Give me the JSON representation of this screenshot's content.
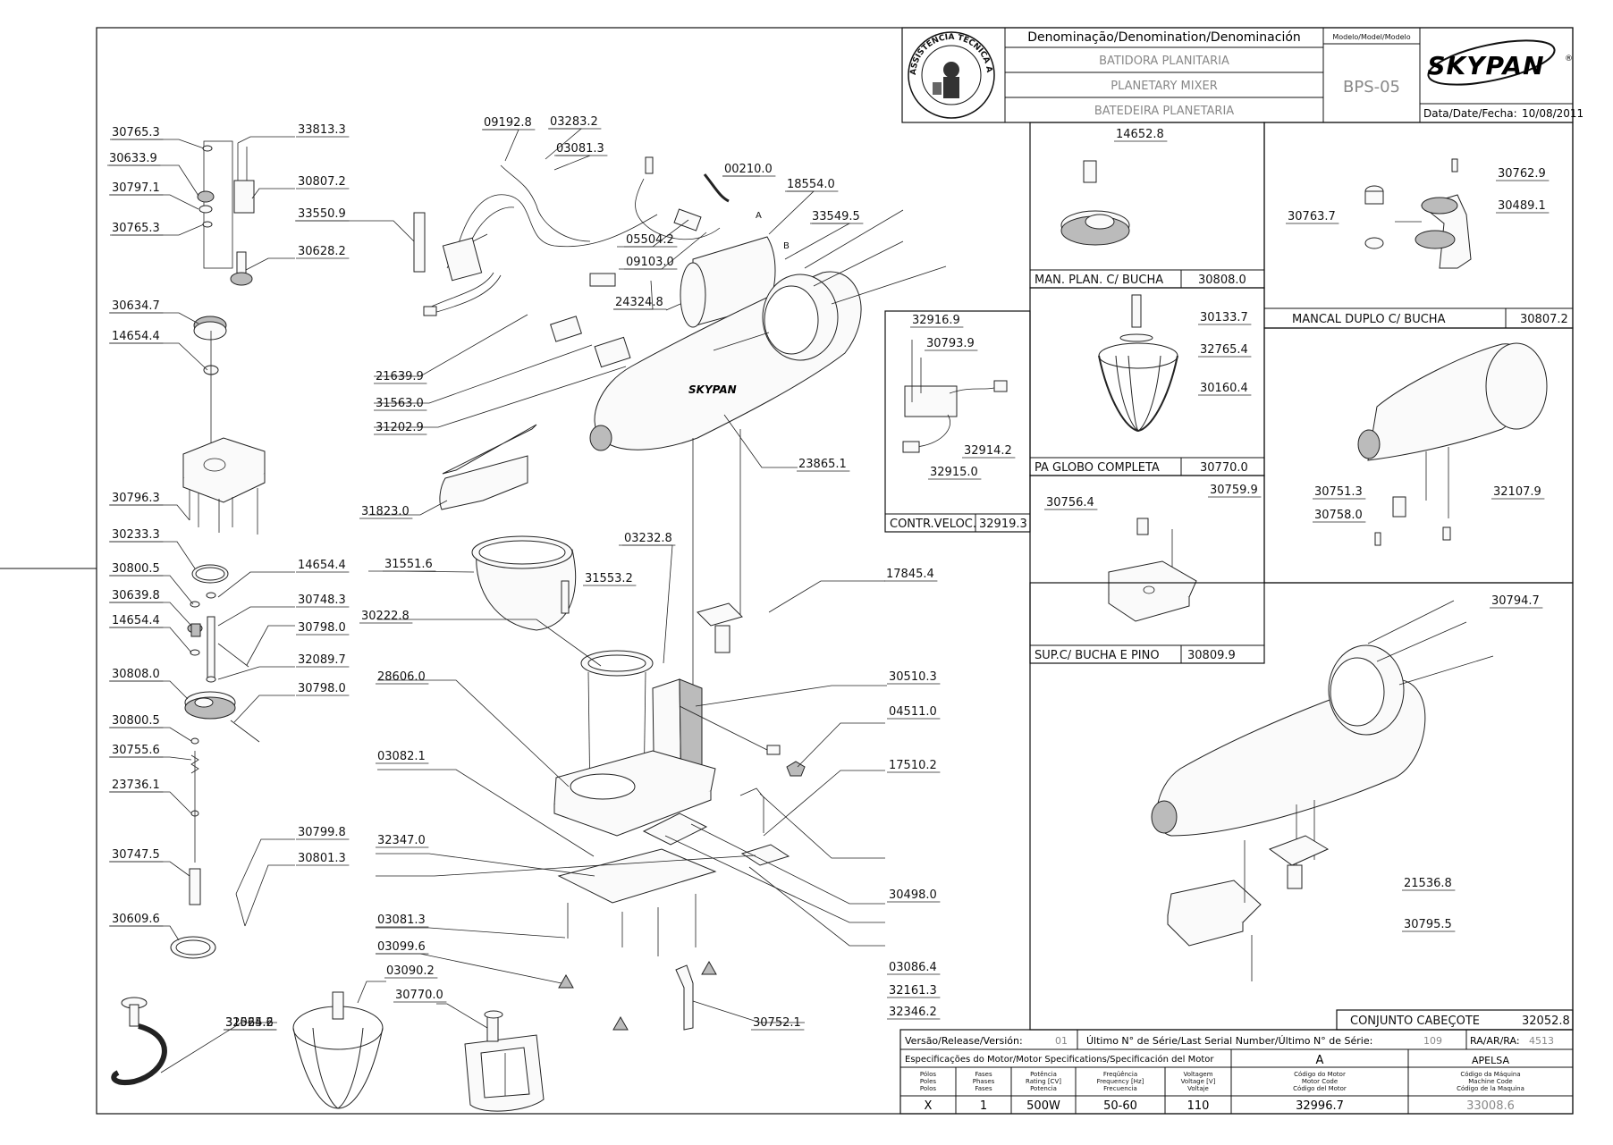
{
  "title_block": {
    "denomination_header": "Denominação/Denomination/Denominación",
    "model_header": "Modelo/Model/Modelo",
    "names": [
      "BATIDORA PLANITARIA",
      "PLANETARY MIXER",
      "BATEDEIRA PLANETARIA"
    ],
    "model": "BPS-05",
    "brand": "SKYPAN",
    "date_label": "Data/Date/Fecha:",
    "date_value": "10/08/2011",
    "seal_text": "ASSISTÊNCIA TÉCNICA AUTORIZADA"
  },
  "callouts_left": [
    "30765.3",
    "30633.9",
    "30797.1",
    "30765.3",
    "30634.7",
    "14654.4",
    "30796.3",
    "30233.3",
    "30800.5",
    "30639.8",
    "14654.4",
    "30808.0",
    "30800.5",
    "30755.6",
    "23736.1",
    "30747.5",
    "30609.6"
  ],
  "callouts_left_right": [
    "33813.3",
    "30807.2",
    "33550.9",
    "30628.2",
    "14654.4",
    "30748.3",
    "30798.0",
    "32089.7",
    "30798.0",
    "30799.8",
    "30801.3"
  ],
  "callouts_center": [
    "09192.8",
    "03283.2",
    "03081.3",
    "00210.0",
    "18554.0",
    "33549.5",
    "05504.2",
    "09103.0",
    "24324.8",
    "21639.9",
    "31563.0",
    "31202.9",
    "23865.1",
    "31823.0",
    "31551.6",
    "30222.8",
    "31553.2",
    "03232.8",
    "17845.4",
    "28606.0",
    "30510.3",
    "04511.0",
    "03082.1",
    "17510.2",
    "32347.0",
    "30498.0",
    "03081.3",
    "03099.6",
    "03086.4",
    "32161.3",
    "32346.2",
    "03090.2",
    "30770.0",
    "30752.1",
    "32024.2",
    "31565.6"
  ],
  "wire_letters": [
    "A",
    "B"
  ],
  "panel_speed": {
    "callouts": [
      "32916.9",
      "30793.9",
      "32914.2",
      "32915.0"
    ],
    "caption": "CONTR.VELOC.",
    "code": "32919.3"
  },
  "panel_bushing": {
    "callouts": [
      "14652.8"
    ],
    "caption": "MAN. PLAN. C/ BUCHA",
    "code": "30808.0"
  },
  "panel_double": {
    "callouts": [
      "30762.9",
      "30763.7",
      "30489.1"
    ],
    "caption": "MANCAL DUPLO C/ BUCHA",
    "code": "30807.2"
  },
  "panel_whisk": {
    "callouts": [
      "30133.7",
      "32765.4",
      "30160.4"
    ],
    "caption": "PA GLOBO COMPLETA",
    "code": "30770.0"
  },
  "panel_head": {
    "callouts": [
      "30751.3",
      "30758.0",
      "32107.9"
    ]
  },
  "panel_support": {
    "callouts": [
      "30756.4",
      "30759.9"
    ],
    "caption": "SUP.C/ BUCHA E PINO",
    "code": "30809.9"
  },
  "panel_assembly": {
    "callouts": [
      "30794.7",
      "21536.8",
      "30795.5"
    ],
    "caption": "CONJUNTO CABEÇOTE",
    "code": "32052.8"
  },
  "footer": {
    "version_label": "Versão/Release/Versión:",
    "version_value": "01",
    "serial_label": "Último N° de Série/Last Serial Number/Último N° de Série:",
    "serial_value": "109",
    "ra_label": "RA/AR/RA:",
    "ra_value": "4513",
    "motor_spec_label": "Especificações do Motor/Motor Specifications/Specificación del Motor",
    "motor_code_letter": "A",
    "machine_name": "APELSA",
    "col_headers": [
      [
        "Pólos",
        "Poles",
        "Polos"
      ],
      [
        "Fases",
        "Phases",
        "Fases"
      ],
      [
        "Potência",
        "Rating [CV]",
        "Potencia"
      ],
      [
        "Freqüência",
        "Frequency [Hz]",
        "Frecuencia"
      ],
      [
        "Voltagem",
        "Voltage [V]",
        "Voltaje"
      ],
      [
        "Código do Motor",
        "Motor Code",
        "Código del Motor"
      ],
      [
        "Código da Máquina",
        "Machine Code",
        "Código de la Maquina"
      ]
    ],
    "values": [
      "X",
      "1",
      "500W",
      "50-60",
      "110",
      "32996.7",
      "33008.6"
    ]
  }
}
